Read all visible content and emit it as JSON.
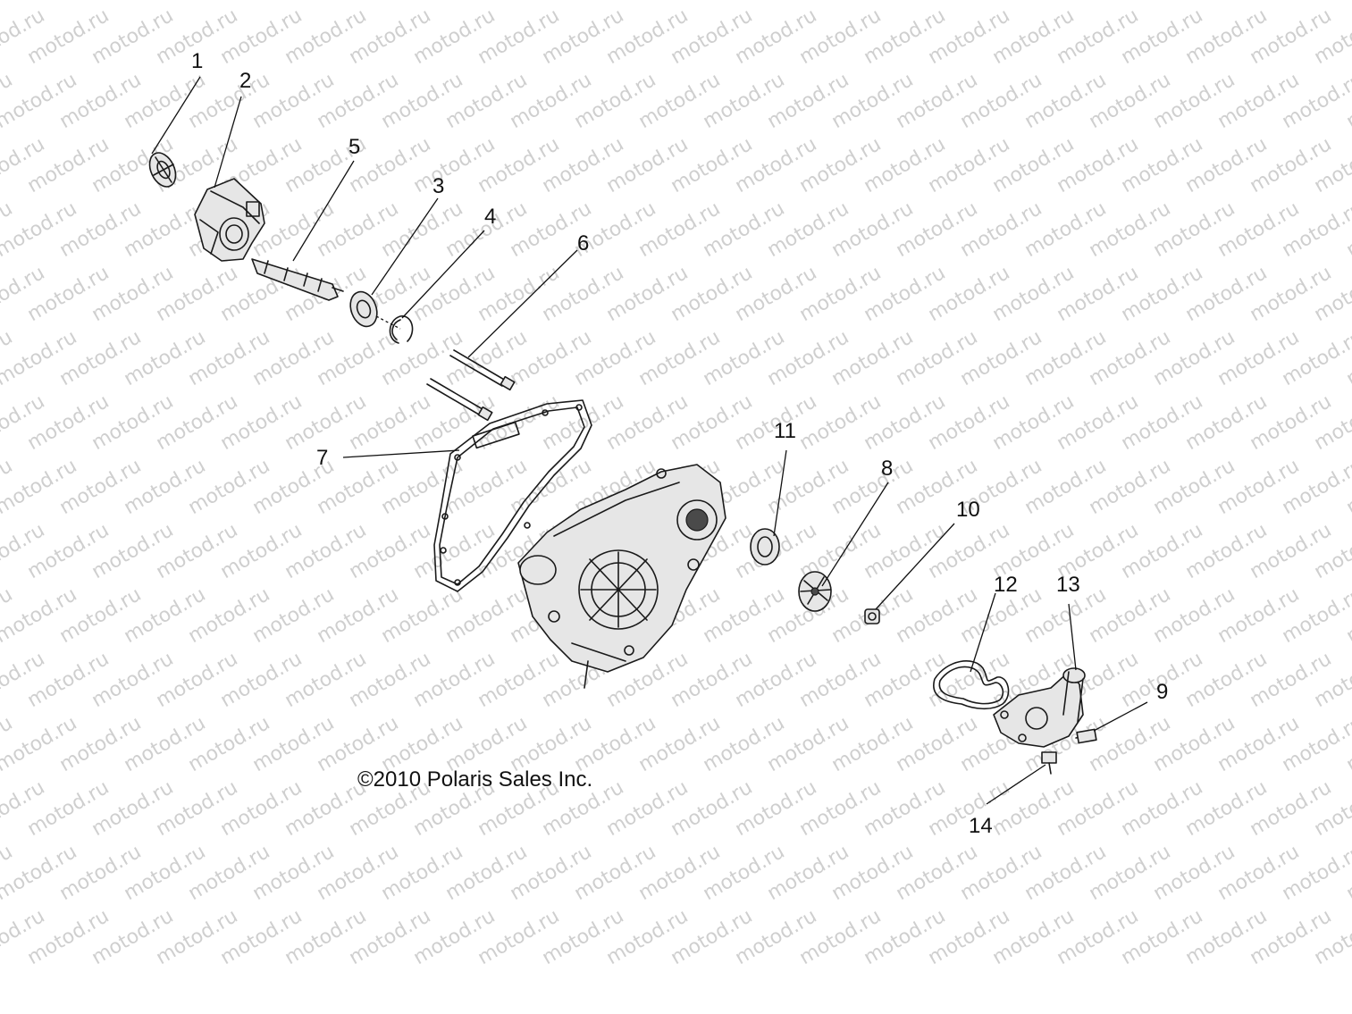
{
  "watermark": {
    "text": "motod.ru",
    "color": "#cfcfcf"
  },
  "copyright": "©2010 Polaris Sales Inc.",
  "callouts": [
    {
      "id": "callout-1",
      "label": "1"
    },
    {
      "id": "callout-2",
      "label": "2"
    },
    {
      "id": "callout-3",
      "label": "3"
    },
    {
      "id": "callout-4",
      "label": "4"
    },
    {
      "id": "callout-5",
      "label": "5"
    },
    {
      "id": "callout-6",
      "label": "6"
    },
    {
      "id": "callout-7",
      "label": "7"
    },
    {
      "id": "callout-8",
      "label": "8"
    },
    {
      "id": "callout-9",
      "label": "9"
    },
    {
      "id": "callout-10",
      "label": "10"
    },
    {
      "id": "callout-11",
      "label": "11"
    },
    {
      "id": "callout-12",
      "label": "12"
    },
    {
      "id": "callout-13",
      "label": "13"
    },
    {
      "id": "callout-14",
      "label": "14"
    }
  ]
}
